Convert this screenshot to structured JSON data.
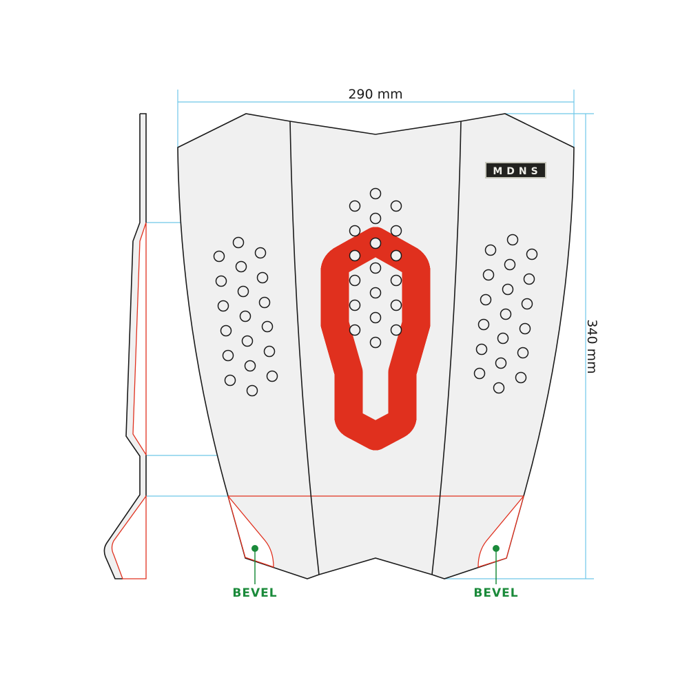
{
  "dimensions": {
    "width_label": "290 mm",
    "height_label": "340 mm"
  },
  "logo": {
    "text": "MDNS"
  },
  "annotations": {
    "left_bevel_label": "BEVEL",
    "right_bevel_label": "BEVEL"
  },
  "colors": {
    "pad_fill": "#f0f0f0",
    "outline": "#1a1a1a",
    "contour": "#e0301e",
    "dimension": "#6ec6e8",
    "bevel_marker": "#1a8a3a"
  }
}
